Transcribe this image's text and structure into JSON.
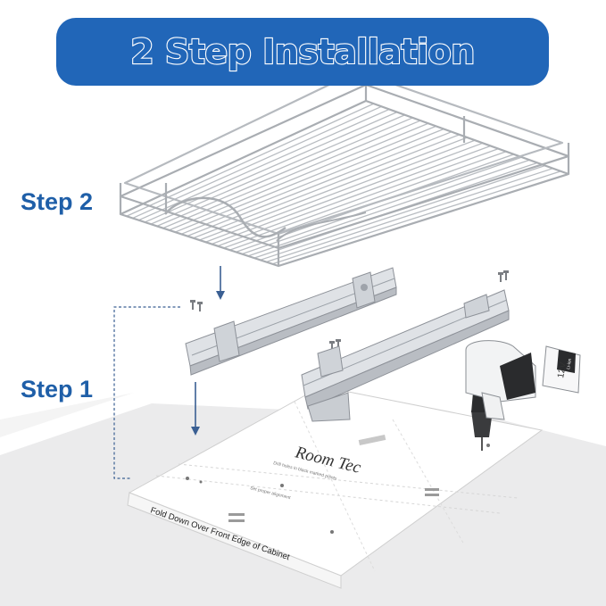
{
  "title": "2 Step Installation",
  "steps": {
    "step2": "Step 2",
    "step1": "Step 1"
  },
  "template": {
    "brand": "Room Tec",
    "fold_text": "Fold Down Over Front Edge of Cabinet",
    "line1": "Drill holes in black marked points",
    "line2": "Set proper alignment"
  },
  "drill": {
    "battery_label": "12V",
    "battery_sub": "Li-ion"
  },
  "colors": {
    "accent": "#2166b8",
    "step_text": "#1f5fa8",
    "floor": "#e9e9ea",
    "arrow": "#3a5f93"
  }
}
